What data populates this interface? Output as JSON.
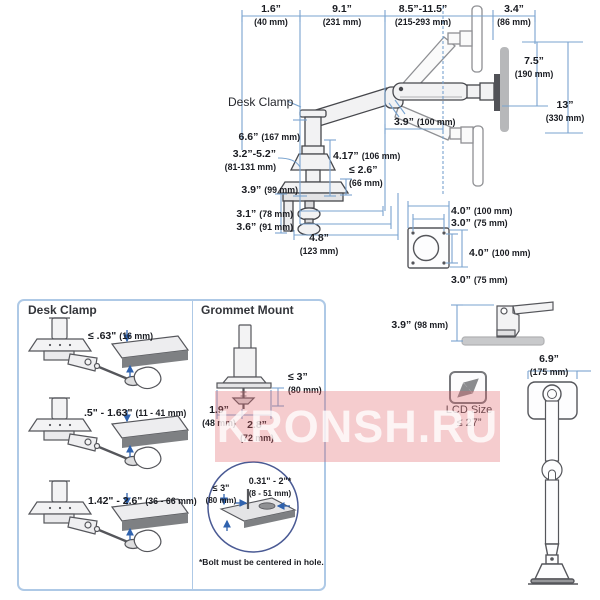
{
  "watermark": {
    "text": "KRONSH.RU"
  },
  "main_view": {
    "desk_clamp_callout": "Desk Clamp",
    "dims": {
      "rear_offset": {
        "in": "1.6”",
        "mm": "(40 mm)"
      },
      "forearm_reach": {
        "in": "9.1”",
        "mm": "(231 mm)"
      },
      "extension_range": {
        "in": "8.5”-11.5”",
        "mm": "(215-293 mm)"
      },
      "mount_depth": {
        "in": "3.4”",
        "mm": "(86 mm)"
      },
      "lift_up": {
        "in": "7.5”",
        "mm": "(190 mm)"
      },
      "lift_range": {
        "in": "13”",
        "mm": "(330 mm)"
      },
      "riser_height": {
        "in": "6.6”",
        "mm": "(167 mm)"
      },
      "pole_height_range": {
        "in": "3.2”-5.2”",
        "mm": "(81-131 mm)"
      },
      "below_desk_height": {
        "in": "3.9”",
        "mm": "(99 mm)"
      },
      "arm_drop": {
        "in": "3.9”",
        "mm": "(100 mm)"
      },
      "elbow_clearance": {
        "in": "4.17”",
        "mm": "(106 mm)"
      },
      "max_desk_thickness": {
        "in": "≤ 2.6”",
        "mm": "(66 mm)"
      },
      "clamp_depth_min": {
        "in": "3.1”",
        "mm": "(78 mm)"
      },
      "clamp_depth_max": {
        "in": "3.6”",
        "mm": "(91 mm)"
      },
      "clamp_base_depth": {
        "in": "4.8”",
        "mm": "(123 mm)"
      }
    }
  },
  "vesa_plate": {
    "dims": {
      "width_100": {
        "in": "4.0”",
        "mm": "(100 mm)"
      },
      "width_75": {
        "in": "3.0”",
        "mm": "(75 mm)"
      },
      "height_100": {
        "in": "4.0”",
        "mm": "(100 mm)"
      },
      "height_75": {
        "in": "3.0”",
        "mm": "(75 mm)"
      }
    }
  },
  "mounting_box": {
    "desk_clamp": {
      "heading": "Desk Clamp",
      "thickness_options": [
        {
          "in": "≤ .63\"",
          "mm": "(16 mm)"
        },
        {
          "in": ".5\" - 1.63\"",
          "mm": "(11 - 41 mm)"
        },
        {
          "in": "1.42\" - 2.6\"",
          "mm": "(36 - 66 mm)"
        }
      ]
    },
    "grommet_mount": {
      "heading": "Grommet Mount",
      "dims": {
        "max_thickness": {
          "in": "≤ 3”",
          "mm": "(80 mm)"
        },
        "edge_offset": {
          "in": "1.9”",
          "mm": "(48 mm)"
        },
        "base_width": {
          "in": "2.8”",
          "mm": "(72 mm)"
        }
      },
      "inset": {
        "max_thickness": {
          "in": "≤ 3\"",
          "mm": "(80 mm)"
        },
        "hole_diameter": {
          "in": "0.31\" - 2\"*",
          "mm": "(8 - 51 mm)"
        },
        "footnote": "*Bolt must be centered in hole."
      }
    }
  },
  "folded_view": {
    "height": {
      "in": "3.9”",
      "mm": "(98 mm)"
    }
  },
  "front_view": {
    "base_width": {
      "in": "6.9”",
      "mm": "(175 mm)"
    }
  },
  "lcd_size": {
    "label": "LCD Size",
    "value": "≤ 27”"
  }
}
